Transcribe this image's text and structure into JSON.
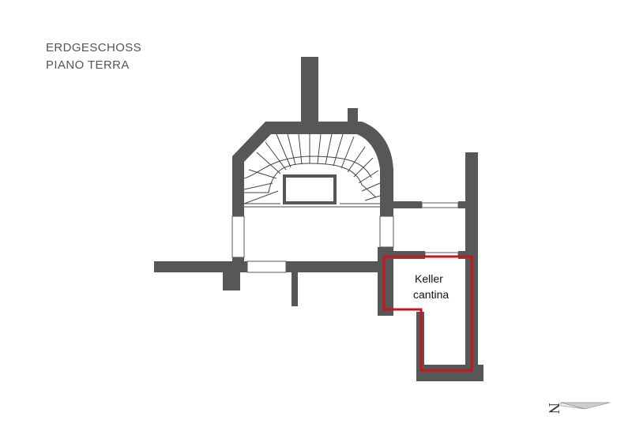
{
  "title": {
    "line1": "ERDGESCHOSS",
    "line2": "PIANO TERRA"
  },
  "room": {
    "label_line1": "Keller",
    "label_line2": "cantina",
    "highlight_color": "#c8141e"
  },
  "north_arrow": {
    "letter": "N"
  },
  "colors": {
    "wall": "#575757",
    "window": "#ffffff",
    "stair_line": "#444444",
    "title_text": "#555555"
  }
}
